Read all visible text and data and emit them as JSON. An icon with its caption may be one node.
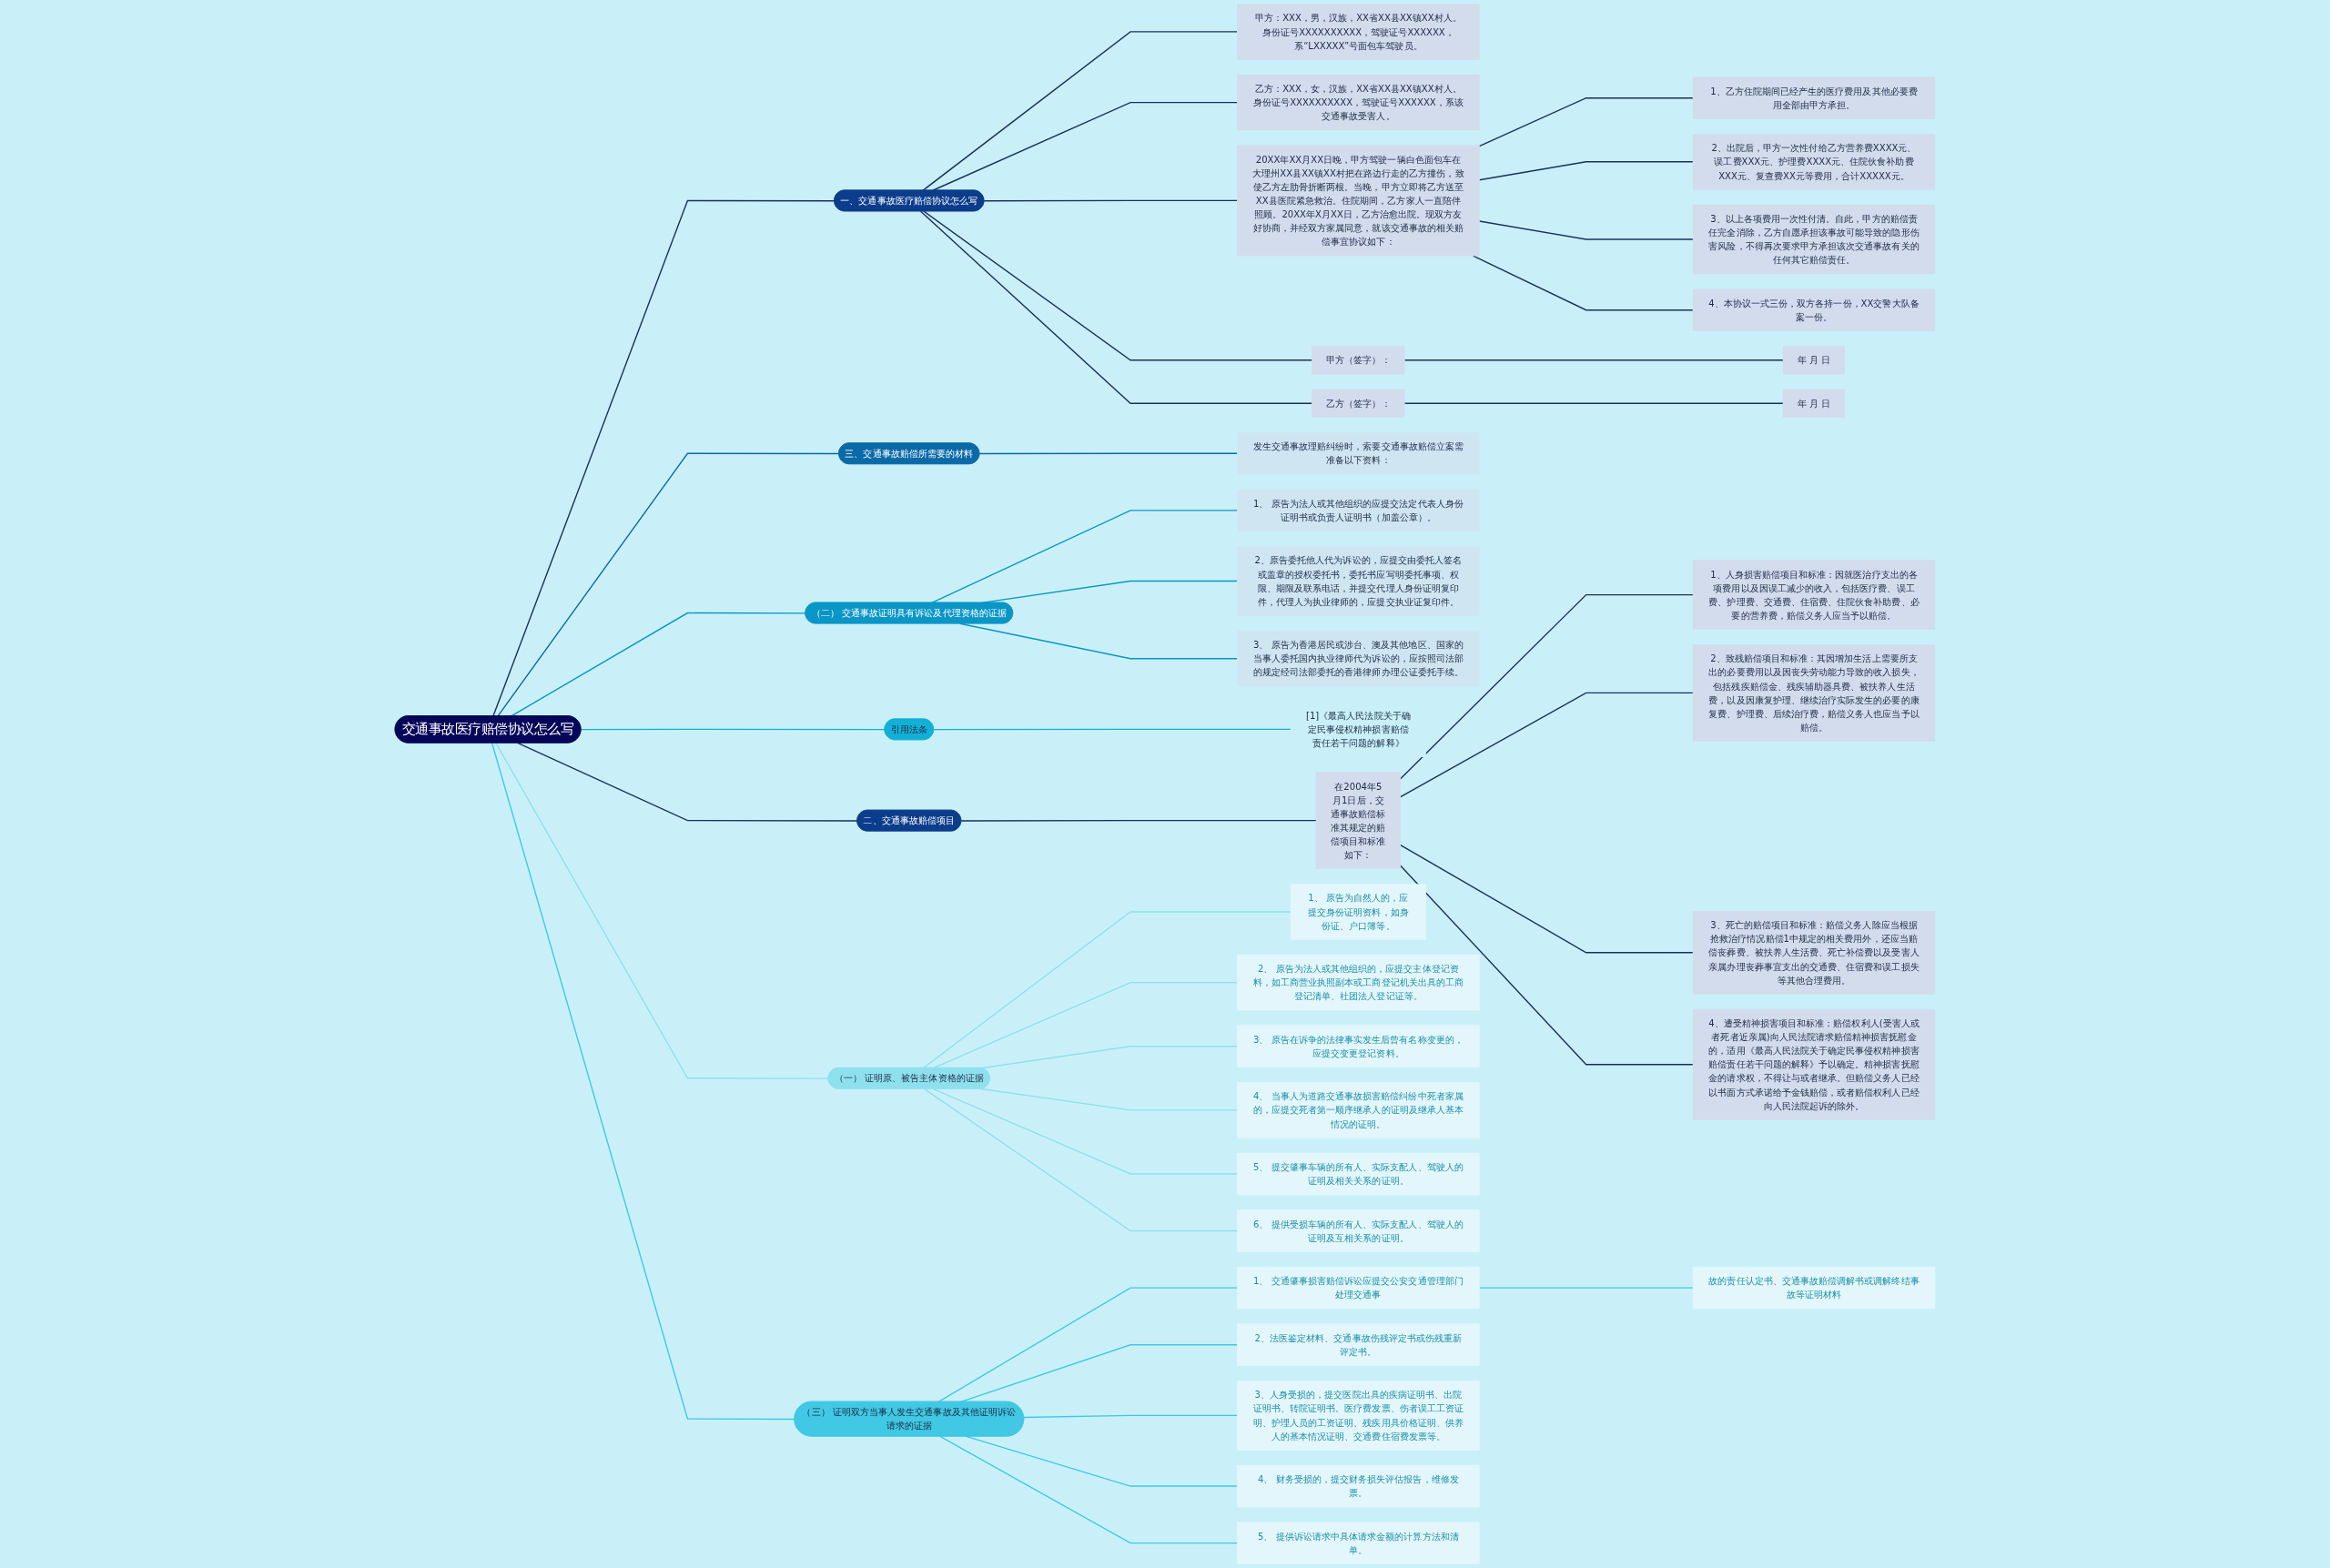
{
  "diagram": {
    "nodes": [
      {
        "text": [
          "交通事故医疗赔偿协议怎么写"
        ]
      },
      {
        "text": [
          "一、交通事故医疗赔偿协议怎么写"
        ]
      },
      {
        "text": [
          "甲方：XXX，男，汉族，XX省XX县XX镇XX村人。身份证号XXXXXXXXXX，驾驶证号XXXXXX，系“LXXXXX”号面包车驾驶员。"
        ]
      },
      {
        "text": [
          "乙方：XXX，女，汉族，XX省XX县XX镇XX村人。身份证号XXXXXXXXXX，驾驶证号XXXXXX，系该交通事故受害人。"
        ]
      },
      {
        "text": [
          "20XX年XX月XX日晚，甲方驾驶一辆白色面包车在大理州XX县XX镇XX村把在路边行走的乙方撞伤，致使乙方左肋骨折断两根。当晚，甲方立即将乙方送至XX县医院紧急救治。住院期间，乙方家人一直陪伴照顾。20XX年X月XX日，乙方治愈出院。现双方友好协商，并经双方家属同意，就该交通事故的相关赔偿事宜协议如下："
        ]
      },
      {
        "text": [
          "1、乙方住院期间已经产生的医疗费用及其他必要费用全部由甲方承担。"
        ]
      },
      {
        "text": [
          "2、出院后，甲方一次性付给乙方营养费XXXX元、误工费XXX元、护理费XXXX元、住院伙食补助费XXX元、复查费XX元等费用，合计XXXXX元。"
        ]
      },
      {
        "text": [
          "3、以上各项费用一次性付清。自此，甲方的赔偿责任完全消除，乙方自愿承担该事故可能导致的隐形伤害风险，不得再次要求甲方承担该次交通事故有关的任何其它赔偿责任。"
        ]
      },
      {
        "text": [
          "4、本协议一式三份，双方各持一份，XX交警大队备案一份。"
        ]
      },
      {
        "text": [
          "甲方（签字）："
        ]
      },
      {
        "text": [
          "年 月 日"
        ]
      },
      {
        "text": [
          "乙方（签字）："
        ]
      },
      {
        "text": [
          "年 月 日"
        ]
      },
      {
        "text": [
          "三、交通事故赔偿所需要的材料"
        ]
      },
      {
        "text": [
          "发生交通事故理赔纠纷时，索要交通事故赔偿立案需准备以下资料："
        ]
      },
      {
        "text": [
          "（二） 交通事故证明具有诉讼及代理资格的证据"
        ]
      },
      {
        "text": [
          "1、 原告为法人或其他组织的应提交法定代表人身份证明书或负责人证明书（加盖公章）。"
        ]
      },
      {
        "text": [
          "2、原告委托他人代为诉讼的，应提交由委托人签名或盖章的授权委托书，委托书应写明委托事项、权限、期限及联系电话，并提交代理人身份证明复印件，代理人为执业律师的，应提交执业证复印件。"
        ]
      },
      {
        "text": [
          "3、 原告为香港居民或涉台、澳及其他地区、国家的当事人委托国内执业律师代为诉讼的，应按照司法部的规定经司法部委托的香港律师办理公证委托手续。"
        ]
      },
      {
        "text": [
          "引用法条"
        ]
      },
      {
        "text": [
          "[1]《最高人民法院关于确定民事侵权精神损害赔偿责任若干问题的解释》"
        ]
      },
      {
        "text": [
          "二、交通事故赔偿项目"
        ]
      },
      {
        "text": [
          "在2004年5月1日后，交通事故赔偿标准其规定的赔偿项目和标准如下："
        ]
      },
      {
        "text": [
          "1、人身损害赔偿项目和标准：因就医治疗支出的各项费用以及因误工减少的收入，包括医疗费、误工费、护理费、交通费、住宿费、住院伙食补助费、必要的营养费，赔偿义务人应当予以赔偿。"
        ]
      },
      {
        "text": [
          "2、致残赔偿项目和标准：其因增加生活上需要所支出的必要费用以及因丧失劳动能力导致的收入损失，包括残疾赔偿金、残疾辅助器具费、被扶养人生活费，以及因康复护理、继续治疗实际发生的必要的康复费、护理费、后续治疗费，赔偿义务人也应当予以赔偿。"
        ]
      },
      {
        "text": [
          "3、死亡的赔偿项目和标准：赔偿义务人除应当根据抢救治疗情况赔偿1中规定的相关费用外，还应当赔偿丧葬费、被扶养人生活费、死亡补偿费以及受害人亲属办理丧葬事宜支出的交通费、住宿费和误工损失等其他合理费用。"
        ]
      },
      {
        "text": [
          "4、遭受精神损害项目和标准：赔偿权利人(受害人或者死者近亲属)向人民法院请求赔偿精神损害抚慰金的，适用《最高人民法院关于确定民事侵权精神损害赔偿责任若干问题的解释》予以确定。精神损害抚慰金的请求权，不得让与或者继承。但赔偿义务人已经以书面方式承诺给予金钱赔偿，或者赔偿权利人已经向人民法院起诉的除外。"
        ]
      },
      {
        "text": [
          "（一） 证明原、被告主体资格的证据"
        ]
      },
      {
        "text": [
          "1、 原告为自然人的，应提交身份证明资料，如身份证、户口簿等。"
        ]
      },
      {
        "text": [
          "2、 原告为法人或其他组织的，应提交主体登记资料，如工商营业执照副本或工商登记机关出具的工商登记清单、社团法人登记证等。"
        ]
      },
      {
        "text": [
          "3、 原告在诉争的法律事实发生后曾有名称变更的，应提交变更登记资料。"
        ]
      },
      {
        "text": [
          "4、 当事人为道路交通事故损害赔偿纠纷中死者家属的，应提交死者第一顺序继承人的证明及继承人基本情况的证明。"
        ]
      },
      {
        "text": [
          "5、 提交肇事车辆的所有人、实际支配人、驾驶人的证明及相关关系的证明。"
        ]
      },
      {
        "text": [
          "6、 提供受损车辆的所有人、实际支配人、驾驶人的证明及互相关系的证明。"
        ]
      },
      {
        "text": [
          "（三） 证明双方当事人发生交通事故及其他证明诉讼请求的证据"
        ]
      },
      {
        "text": [
          "1、 交通肇事损害赔偿诉讼应提交公安交通管理部门处理交通事"
        ]
      },
      {
        "text": [
          "2、法医鉴定材料、交通事故伤残评定书或伤残重新评定书。"
        ]
      },
      {
        "text": [
          "3、人身受损的，提交医院出具的疾病证明书、出院证明书、转院证明书。医疗费发票、伤者误工工资证明、护理人员的工资证明、残疾用具价格证明、供养人的基本情况证明、交通费住宿费发票等。"
        ]
      },
      {
        "text": [
          "4、 财务受损的，提交财务损失评估报告，维修发票。"
        ]
      },
      {
        "text": [
          "5、 提供诉讼请求中具体请求金额的计算方法和清单。"
        ]
      },
      {
        "text": [
          "故的责任认定书、交通事故赔偿调解书或调解终结事故等证明材料"
        ]
      }
    ],
    "edges": [
      {
        "from": 0,
        "to": 1,
        "arrow": "none"
      },
      {
        "from": 1,
        "to": 2,
        "arrow": "none"
      },
      {
        "from": 1,
        "to": 3,
        "arrow": "none"
      },
      {
        "from": 1,
        "to": 4,
        "arrow": "none"
      },
      {
        "from": 4,
        "to": 5,
        "arrow": "none"
      },
      {
        "from": 4,
        "to": 6,
        "arrow": "none"
      },
      {
        "from": 4,
        "to": 7,
        "arrow": "none"
      },
      {
        "from": 4,
        "to": 8,
        "arrow": "none"
      },
      {
        "from": 1,
        "to": 9,
        "arrow": "none"
      },
      {
        "from": 9,
        "to": 10,
        "arrow": "none"
      },
      {
        "from": 1,
        "to": 11,
        "arrow": "none"
      },
      {
        "from": 11,
        "to": 12,
        "arrow": "none"
      },
      {
        "from": 0,
        "to": 13,
        "arrow": "none",
        "color": "#0a6aa8"
      },
      {
        "from": 13,
        "to": 14,
        "arrow": "none",
        "color": "#0a6aa8"
      },
      {
        "from": 0,
        "to": 15,
        "arrow": "none",
        "color": "#0a96c6"
      },
      {
        "from": 15,
        "to": 16,
        "arrow": "none",
        "color": "#0a96c6"
      },
      {
        "from": 15,
        "to": 17,
        "arrow": "none",
        "color": "#0a96c6"
      },
      {
        "from": 15,
        "to": 18,
        "arrow": "none",
        "color": "#0a96c6"
      },
      {
        "from": 0,
        "to": 19,
        "arrow": "none",
        "color": "#12b0d6"
      },
      {
        "from": 19,
        "to": 20,
        "arrow": "none",
        "color": "#12b0d6"
      },
      {
        "from": 0,
        "to": 21,
        "arrow": "none"
      },
      {
        "from": 21,
        "to": 22,
        "arrow": "none"
      },
      {
        "from": 22,
        "to": 23,
        "arrow": "none"
      },
      {
        "from": 22,
        "to": 24,
        "arrow": "none"
      },
      {
        "from": 22,
        "to": 25,
        "arrow": "none"
      },
      {
        "from": 22,
        "to": 26,
        "arrow": "none"
      },
      {
        "from": 0,
        "to": 27,
        "arrow": "none",
        "color": "#8fe0ef"
      },
      {
        "from": 27,
        "to": 28,
        "arrow": "none",
        "color": "#8fe0ef"
      },
      {
        "from": 27,
        "to": 29,
        "arrow": "none",
        "color": "#8fe0ef"
      },
      {
        "from": 27,
        "to": 30,
        "arrow": "none",
        "color": "#8fe0ef"
      },
      {
        "from": 27,
        "to": 31,
        "arrow": "none",
        "color": "#8fe0ef"
      },
      {
        "from": 27,
        "to": 32,
        "arrow": "none",
        "color": "#8fe0ef"
      },
      {
        "from": 27,
        "to": 33,
        "arrow": "none",
        "color": "#8fe0ef"
      },
      {
        "from": 0,
        "to": 34,
        "arrow": "none",
        "color": "#40c8e4"
      },
      {
        "from": 34,
        "to": 35,
        "arrow": "none",
        "color": "#40c8e4"
      },
      {
        "from": 34,
        "to": 36,
        "arrow": "none",
        "color": "#40c8e4"
      },
      {
        "from": 34,
        "to": 37,
        "arrow": "none",
        "color": "#40c8e4"
      },
      {
        "from": 34,
        "to": 38,
        "arrow": "none",
        "color": "#40c8e4"
      },
      {
        "from": 34,
        "to": 39,
        "arrow": "none",
        "color": "#40c8e4"
      },
      {
        "from": 35,
        "to": 40,
        "arrow": "none",
        "color": "#40c8e4"
      }
    ]
  }
}
